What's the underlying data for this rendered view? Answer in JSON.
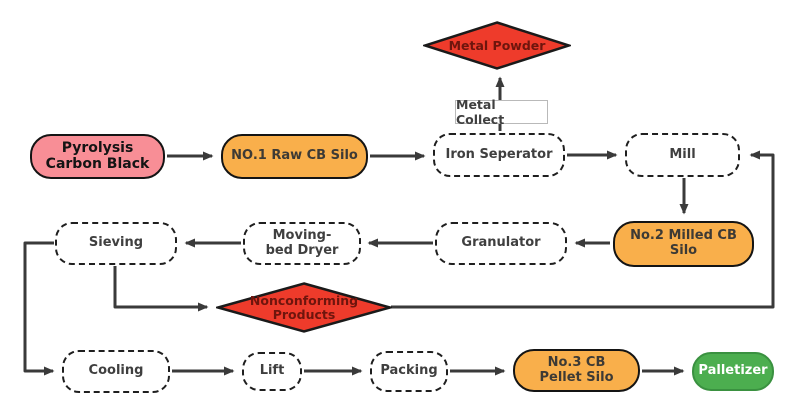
{
  "diagram": {
    "type": "flowchart",
    "subject": "Pyrolysis Carbon Black processing line",
    "nodes": {
      "pyrolysis": {
        "label": "Pyrolysis Carbon Black",
        "shape": "rounded",
        "fill": "#F88E96"
      },
      "no1_silo": {
        "label": "NO.1 Raw CB Silo",
        "shape": "rounded",
        "fill": "#F9AF4B"
      },
      "iron_separator": {
        "label": "Iron Seperator",
        "shape": "rounded-dashed",
        "fill": "#ffffff"
      },
      "mill": {
        "label": "Mill",
        "shape": "rounded-dashed",
        "fill": "#ffffff"
      },
      "metal_powder": {
        "label": "Metal Powder",
        "shape": "diamond",
        "fill": "#EE3B2B"
      },
      "no2_silo": {
        "label": "No.2 Milled CB Silo",
        "shape": "rounded",
        "fill": "#F9AF4B"
      },
      "granulator": {
        "label": "Granulator",
        "shape": "rounded-dashed",
        "fill": "#ffffff"
      },
      "moving_bed_dryer": {
        "label": "Moving-bed Dryer",
        "shape": "rounded-dashed",
        "fill": "#ffffff"
      },
      "sieving": {
        "label": "Sieving",
        "shape": "rounded-dashed",
        "fill": "#ffffff"
      },
      "nonconforming": {
        "label": "Nonconforming Products",
        "shape": "diamond",
        "fill": "#EE3B2B"
      },
      "cooling": {
        "label": "Cooling",
        "shape": "rounded-dashed",
        "fill": "#ffffff"
      },
      "lift": {
        "label": "Lift",
        "shape": "rounded-dashed",
        "fill": "#ffffff"
      },
      "packing": {
        "label": "Packing",
        "shape": "rounded-dashed",
        "fill": "#ffffff"
      },
      "no3_silo": {
        "label": "No.3 CB Pellet Silo",
        "shape": "rounded",
        "fill": "#F9AF4B"
      },
      "palletizer": {
        "label": "Palletizer",
        "shape": "rounded",
        "fill": "#4CAE4F"
      }
    },
    "edge_labels": {
      "metal_collect": {
        "label": "Metal Collect"
      }
    },
    "edges": [
      {
        "from": "pyrolysis",
        "to": "no1_silo"
      },
      {
        "from": "no1_silo",
        "to": "iron_separator"
      },
      {
        "from": "iron_separator",
        "to": "mill"
      },
      {
        "from": "iron_separator",
        "to": "metal_powder",
        "label": "Metal Collect"
      },
      {
        "from": "mill",
        "to": "no2_silo"
      },
      {
        "from": "no2_silo",
        "to": "granulator"
      },
      {
        "from": "granulator",
        "to": "moving_bed_dryer"
      },
      {
        "from": "moving_bed_dryer",
        "to": "sieving"
      },
      {
        "from": "sieving",
        "to": "nonconforming"
      },
      {
        "from": "nonconforming",
        "to": "mill"
      },
      {
        "from": "sieving",
        "to": "cooling"
      },
      {
        "from": "cooling",
        "to": "lift"
      },
      {
        "from": "lift",
        "to": "packing"
      },
      {
        "from": "packing",
        "to": "no3_silo"
      },
      {
        "from": "no3_silo",
        "to": "palletizer"
      }
    ],
    "colors": {
      "line": "#3a3a3a",
      "dashed_border": "#1f1f1f",
      "start_fill": "#F88E96",
      "silo_fill": "#F9AF4B",
      "alert_fill": "#EE3B2B",
      "end_fill": "#4CAE4F",
      "end_border": "#3A9140",
      "diamond_text": "#6E150D"
    }
  }
}
